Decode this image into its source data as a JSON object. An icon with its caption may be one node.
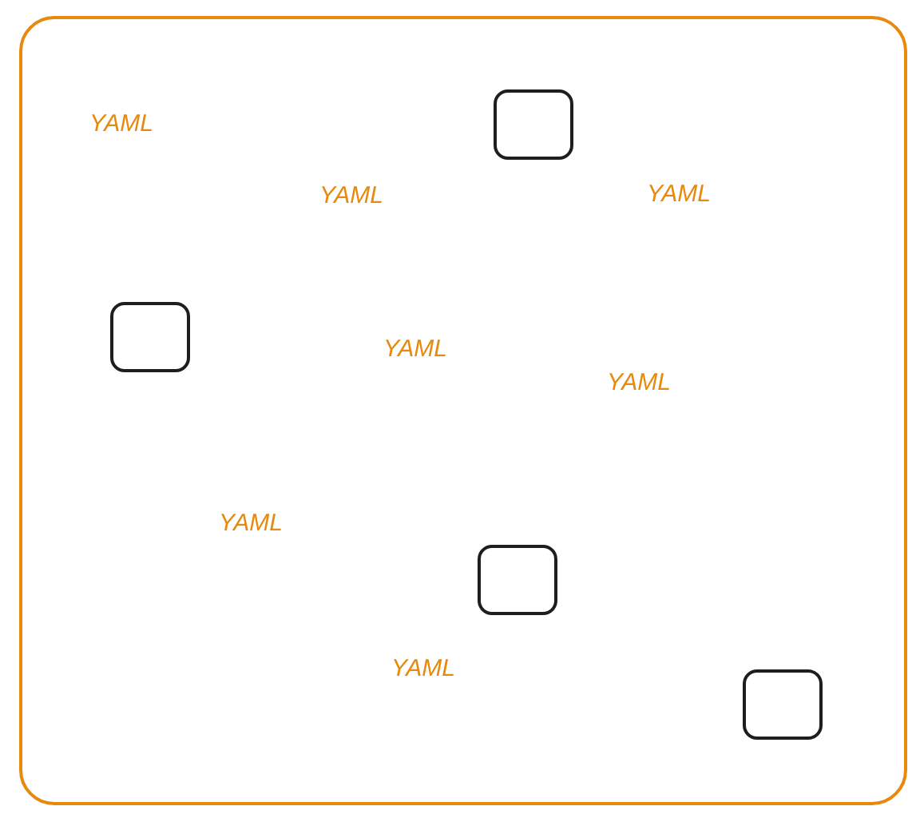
{
  "diagram": {
    "nodes": [
      {
        "text": [],
        "shape": "box"
      },
      {
        "text": [],
        "shape": "box",
        "in": 0
      },
      {
        "text": [],
        "shape": "box",
        "in": 0
      },
      {
        "text": [],
        "shape": "box",
        "in": 0
      },
      {
        "text": [],
        "shape": "box",
        "in": 0
      }
    ],
    "labels": [
      "YAML",
      "YAML",
      "YAML",
      "YAML",
      "YAML",
      "YAML",
      "YAML"
    ]
  }
}
